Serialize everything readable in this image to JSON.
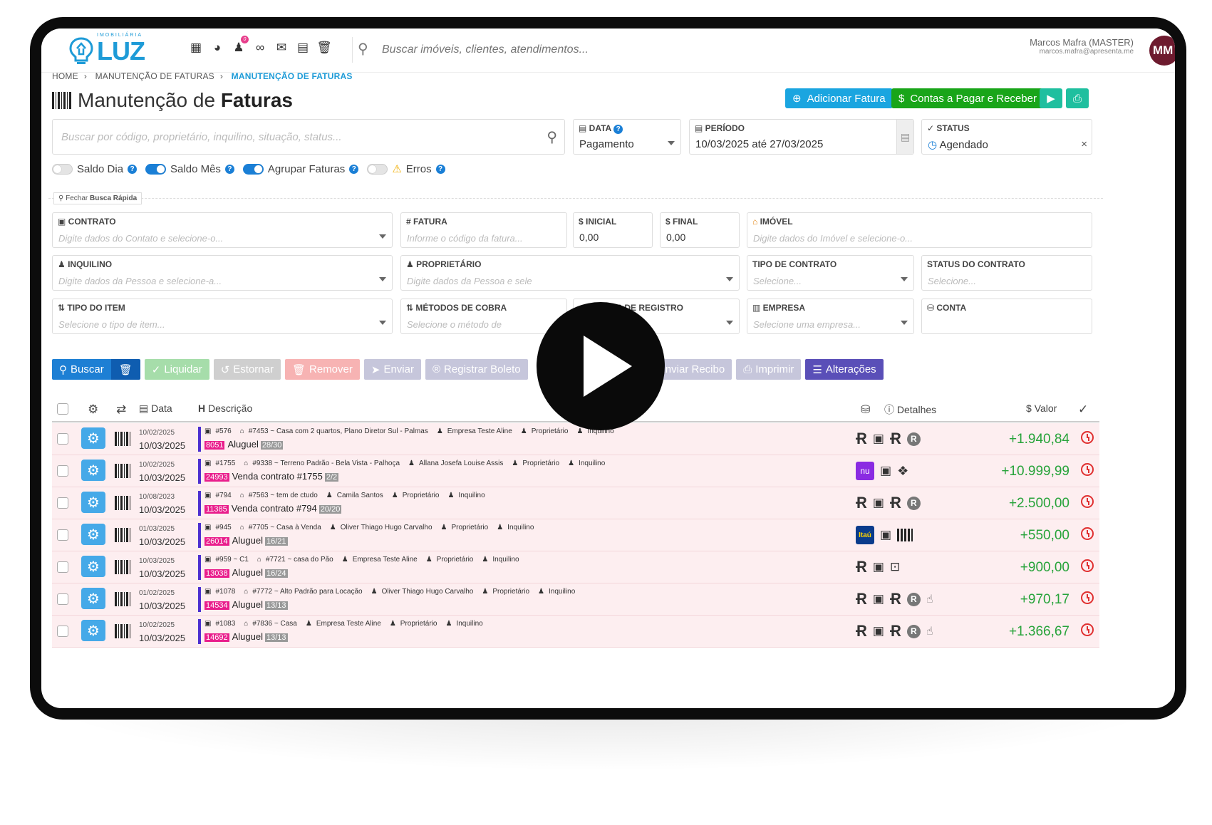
{
  "brand": {
    "sub": "IMOBILIÁRIA",
    "name": "LUZ"
  },
  "toolbar": {
    "icons": [
      "grid-icon",
      "pie-chart-icon",
      "users-icon",
      "link-icon",
      "mail-icon",
      "calendar-icon",
      "trash-icon"
    ],
    "badge": "0",
    "search_placeholder": "Buscar imóveis, clientes, atendimentos..."
  },
  "user": {
    "name": "Marcos Mafra (MASTER)",
    "email": "marcos.mafra@apresenta.me",
    "initials": "MM"
  },
  "breadcrumb": [
    "HOME",
    "MANUTENÇÃO DE FATURAS",
    "MANUTENÇÃO DE FATURAS"
  ],
  "page": {
    "title_light": "Manutenção de",
    "title_bold": "Faturas"
  },
  "header_buttons": {
    "add": "Adicionar Fatura",
    "contas": "Contas a Pagar e Receber"
  },
  "filters": {
    "search_placeholder": "Buscar por código, proprietário, inquilino, situação, status...",
    "data_label": "DATA",
    "data_value": "Pagamento",
    "periodo_label": "PERÍODO",
    "periodo_value": "10/03/2025 até 27/03/2025",
    "status_label": "STATUS",
    "status_value": "Agendado"
  },
  "toggles": [
    {
      "label": "Saldo Dia",
      "on": false
    },
    {
      "label": "Saldo Mês",
      "on": true
    },
    {
      "label": "Agrupar Faturas",
      "on": true
    },
    {
      "label": "Erros",
      "on": false
    }
  ],
  "quick_close": {
    "prefix": "Fechar",
    "bold": "Busca Rápida"
  },
  "advanced": {
    "contrato": {
      "label": "CONTRATO",
      "ph": "Digite dados do Contato e selecione-o..."
    },
    "fatura": {
      "label": "FATURA",
      "ph": "Informe o código da fatura..."
    },
    "inicial": {
      "label": "INICIAL",
      "value": "0,00"
    },
    "final": {
      "label": "FINAL",
      "value": "0,00"
    },
    "imovel": {
      "label": "IMÓVEL",
      "ph": "Digite dados do Imóvel e selecione-o..."
    },
    "inquilino": {
      "label": "INQUILINO",
      "ph": "Digite dados da Pessoa e selecione-a..."
    },
    "proprietario": {
      "label": "PROPRIETÁRIO",
      "ph": "Digite dados da Pessoa e sele"
    },
    "tipo_contrato": {
      "label": "TIPO DE CONTRATO",
      "ph": "Selecione..."
    },
    "status_contrato": {
      "label": "STATUS DO CONTRATO",
      "ph": "Selecione..."
    },
    "tipo_item": {
      "label": "TIPO DO ITEM",
      "ph": "Selecione o tipo de item..."
    },
    "metodos": {
      "label": "MÉTODOS DE COBRA",
      "ph": "Selecione o método de"
    },
    "registro": {
      "label": "S DE REGISTRO",
      "ph": ""
    },
    "empresa": {
      "label": "EMPRESA",
      "ph": "Selecione uma empresa..."
    },
    "conta": {
      "label": "CONTA",
      "ph": ""
    }
  },
  "actions": {
    "buscar": "Buscar",
    "liquidar": "Liquidar",
    "estornar": "Estornar",
    "remover": "Remover",
    "enviar": "Enviar",
    "registrar": "Registrar Boleto",
    "recibo": "Enviar Recibo",
    "imprimir": "Imprimir",
    "alteracoes": "Alterações"
  },
  "table": {
    "headers": {
      "data": "Data",
      "descricao": "Descrição",
      "detalhes": "Detalhes",
      "valor": "Valor"
    },
    "rows": [
      {
        "d1": "10/02/2025",
        "d2": "10/03/2025",
        "contract": "#576",
        "imovel": "#7453 ~ Casa com 2 quartos, Plano Diretor Sul - Palmas",
        "person": "Empresa Teste Aline",
        "owner": "Proprietário",
        "tenant": "Inquilino",
        "code": "8051",
        "kind": "Aluguel",
        "parcel": "28/30",
        "value": "+1.940,84"
      },
      {
        "d1": "10/02/2025",
        "d2": "10/03/2025",
        "contract": "#1755",
        "imovel": "#9338 ~ Terreno Padrão - Bela Vista - Palhoça",
        "person": "Allana Josefa Louise Assis",
        "owner": "Proprietário",
        "tenant": "Inquilino",
        "code": "24993",
        "kind": "Venda contrato #1755",
        "parcel": "2/2",
        "value": "+10.999,99"
      },
      {
        "d1": "10/08/2023",
        "d2": "10/03/2025",
        "contract": "#794",
        "imovel": "#7563 ~ tem de ctudo",
        "person": "Camila Santos",
        "owner": "Proprietário",
        "tenant": "Inquilino",
        "code": "11385",
        "kind": "Venda contrato #794",
        "parcel": "20/20",
        "value": "+2.500,00"
      },
      {
        "d1": "01/03/2025",
        "d2": "10/03/2025",
        "contract": "#945",
        "imovel": "#7705 ~ Casa à Venda",
        "person": "Oliver Thiago Hugo Carvalho",
        "owner": "Proprietário",
        "tenant": "Inquilino",
        "code": "26014",
        "kind": "Aluguel",
        "parcel": "16/21",
        "value": "+550,00"
      },
      {
        "d1": "10/03/2025",
        "d2": "10/03/2025",
        "contract": "#959 ~ C1",
        "imovel": "#7721 ~ casa do Pão",
        "person": "Empresa Teste Aline",
        "owner": "Proprietário",
        "tenant": "Inquilino",
        "code": "13038",
        "kind": "Aluguel",
        "parcel": "16/24",
        "value": "+900,00"
      },
      {
        "d1": "01/02/2025",
        "d2": "10/03/2025",
        "contract": "#1078",
        "imovel": "#7772 ~ Alto Padrão para Locação",
        "person": "Oliver Thiago Hugo Carvalho",
        "owner": "Proprietário",
        "tenant": "Inquilino",
        "code": "14534",
        "kind": "Aluguel",
        "parcel": "13/13",
        "value": "+970,17"
      },
      {
        "d1": "10/02/2025",
        "d2": "10/03/2025",
        "contract": "#1083",
        "imovel": "#7836 ~ Casa",
        "person": "Empresa Teste Aline",
        "owner": "Proprietário",
        "tenant": "Inquilino",
        "code": "14692",
        "kind": "Aluguel",
        "parcel": "13/13",
        "value": "+1.366,67"
      }
    ]
  },
  "bank_labels": {
    "nubank": "nu",
    "itau": "Itaú"
  },
  "colors": {
    "accent": "#1e9bd7",
    "success": "#27a33a",
    "danger": "#e03030",
    "row_bg": "#fdeef0"
  }
}
